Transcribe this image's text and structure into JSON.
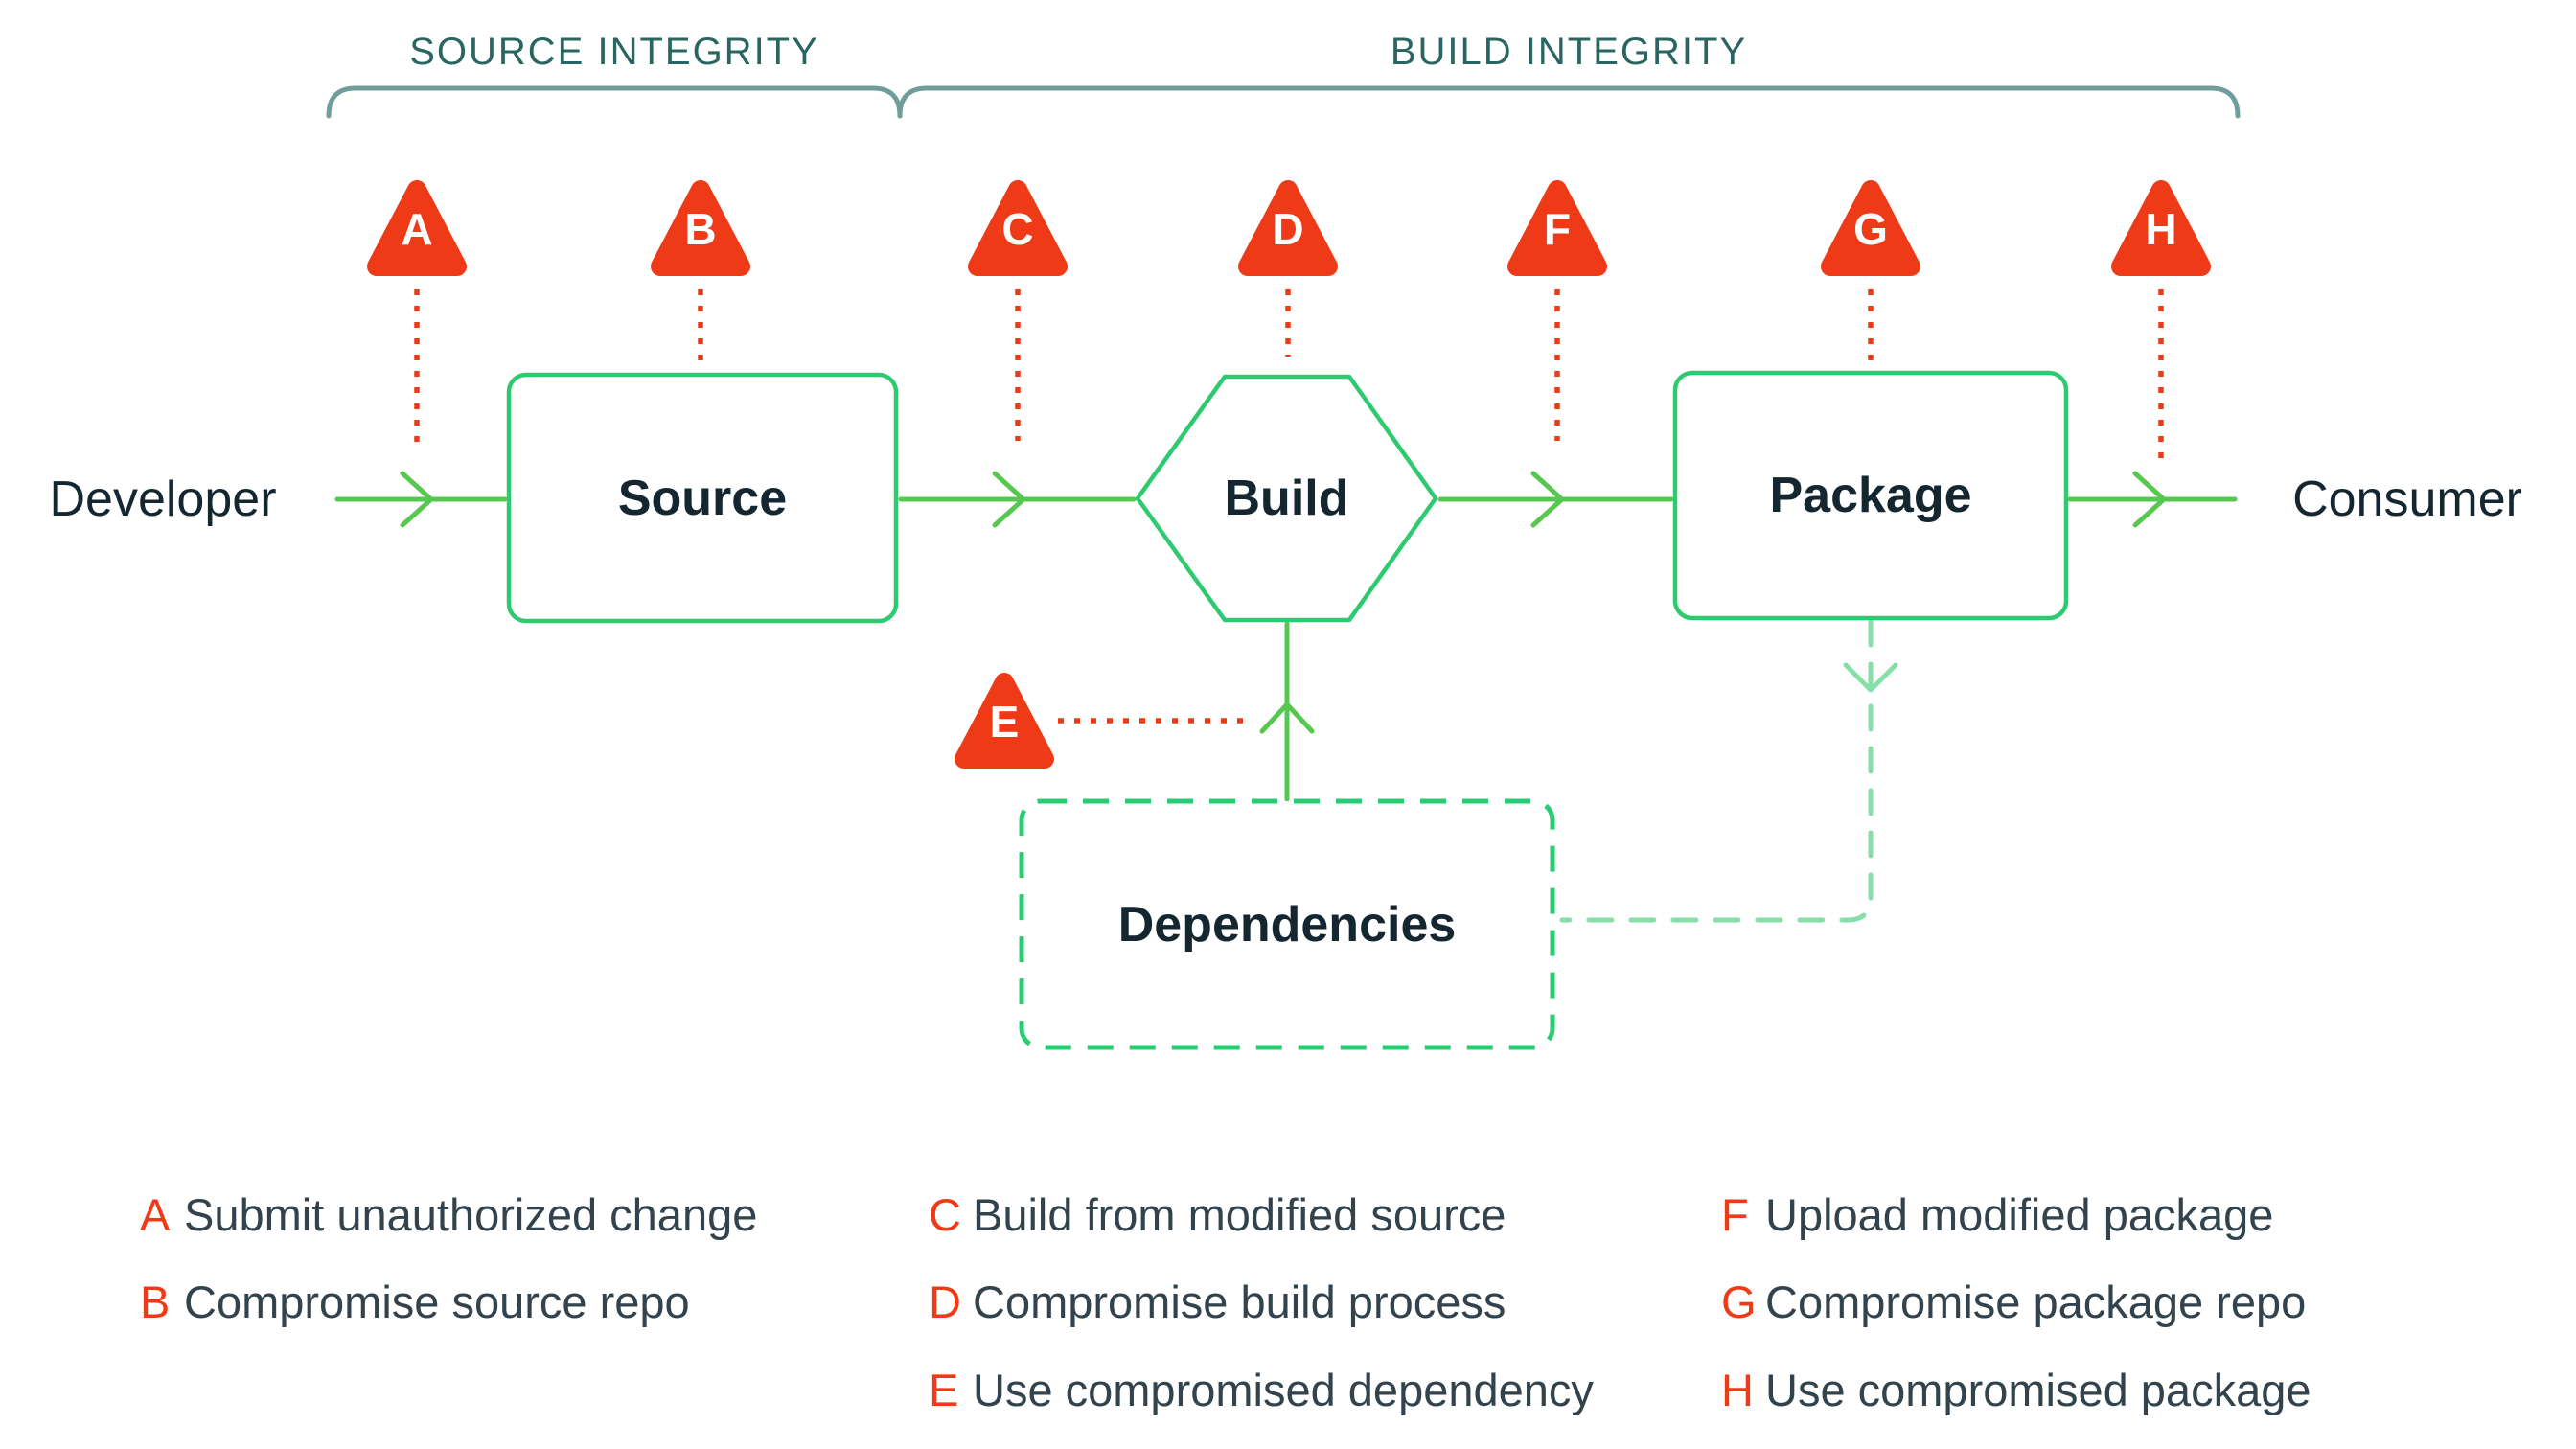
{
  "sections": {
    "source_integrity": "SOURCE INTEGRITY",
    "build_integrity": "BUILD INTEGRITY"
  },
  "nodes": {
    "developer": "Developer",
    "source": "Source",
    "build": "Build",
    "package": "Package",
    "consumer": "Consumer",
    "dependencies": "Dependencies"
  },
  "threats": [
    {
      "letter": "A",
      "description": "Submit unauthorized change"
    },
    {
      "letter": "B",
      "description": "Compromise source repo"
    },
    {
      "letter": "C",
      "description": "Build from modified source"
    },
    {
      "letter": "D",
      "description": "Compromise build process"
    },
    {
      "letter": "E",
      "description": "Use compromised dependency"
    },
    {
      "letter": "F",
      "description": "Upload modified package"
    },
    {
      "letter": "G",
      "description": "Compromise package repo"
    },
    {
      "letter": "H",
      "description": "Use compromised package"
    }
  ],
  "colors": {
    "red": "#ee3a17",
    "green-line": "#57c84f",
    "green-border": "#2fc96f",
    "green-dashed": "#2bcb74",
    "green-light": "#86dfa8",
    "bracket": "#6f9e9a",
    "teal-text": "#2a6562",
    "dark-text": "#14262f",
    "legend-text": "#32434d"
  }
}
